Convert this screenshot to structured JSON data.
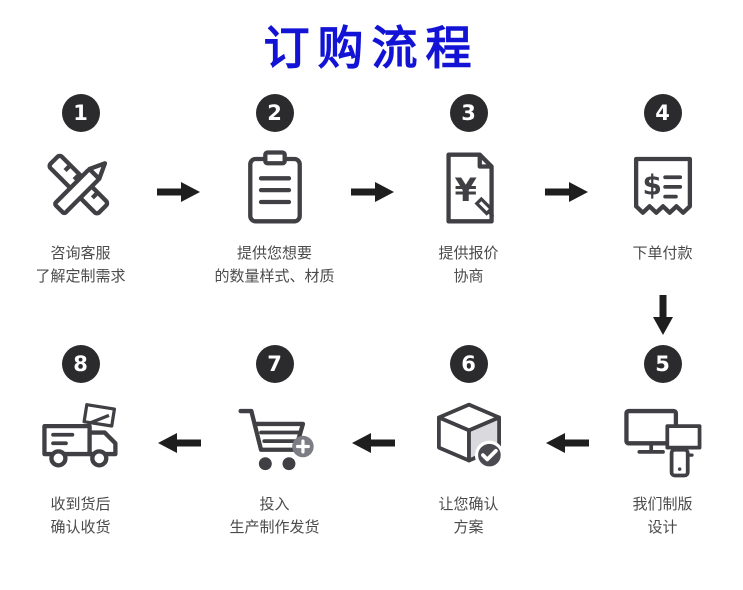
{
  "title": "订购流程",
  "colors": {
    "title": "#1313d6",
    "icon": "#3f3f44",
    "arrow": "#1e1e1e"
  },
  "steps": [
    {
      "num": "1",
      "icon": "pencil-ruler",
      "lines": [
        "咨询客服",
        "了解定制需求"
      ]
    },
    {
      "num": "2",
      "icon": "clipboard",
      "lines": [
        "提供您想要",
        "的数量样式、材质"
      ]
    },
    {
      "num": "3",
      "icon": "quote-document",
      "lines": [
        "提供报价",
        "协商"
      ]
    },
    {
      "num": "4",
      "icon": "receipt-payment",
      "lines": [
        "下单付款",
        ""
      ]
    },
    {
      "num": "5",
      "icon": "design-devices",
      "lines": [
        "我们制版",
        "设计"
      ]
    },
    {
      "num": "6",
      "icon": "confirm-box",
      "lines": [
        "让您确认",
        "方案"
      ]
    },
    {
      "num": "7",
      "icon": "shopping-cart",
      "lines": [
        "投入",
        "生产制作发货"
      ]
    },
    {
      "num": "8",
      "icon": "delivery-truck",
      "lines": [
        "收到货后",
        "确认收货"
      ]
    }
  ]
}
